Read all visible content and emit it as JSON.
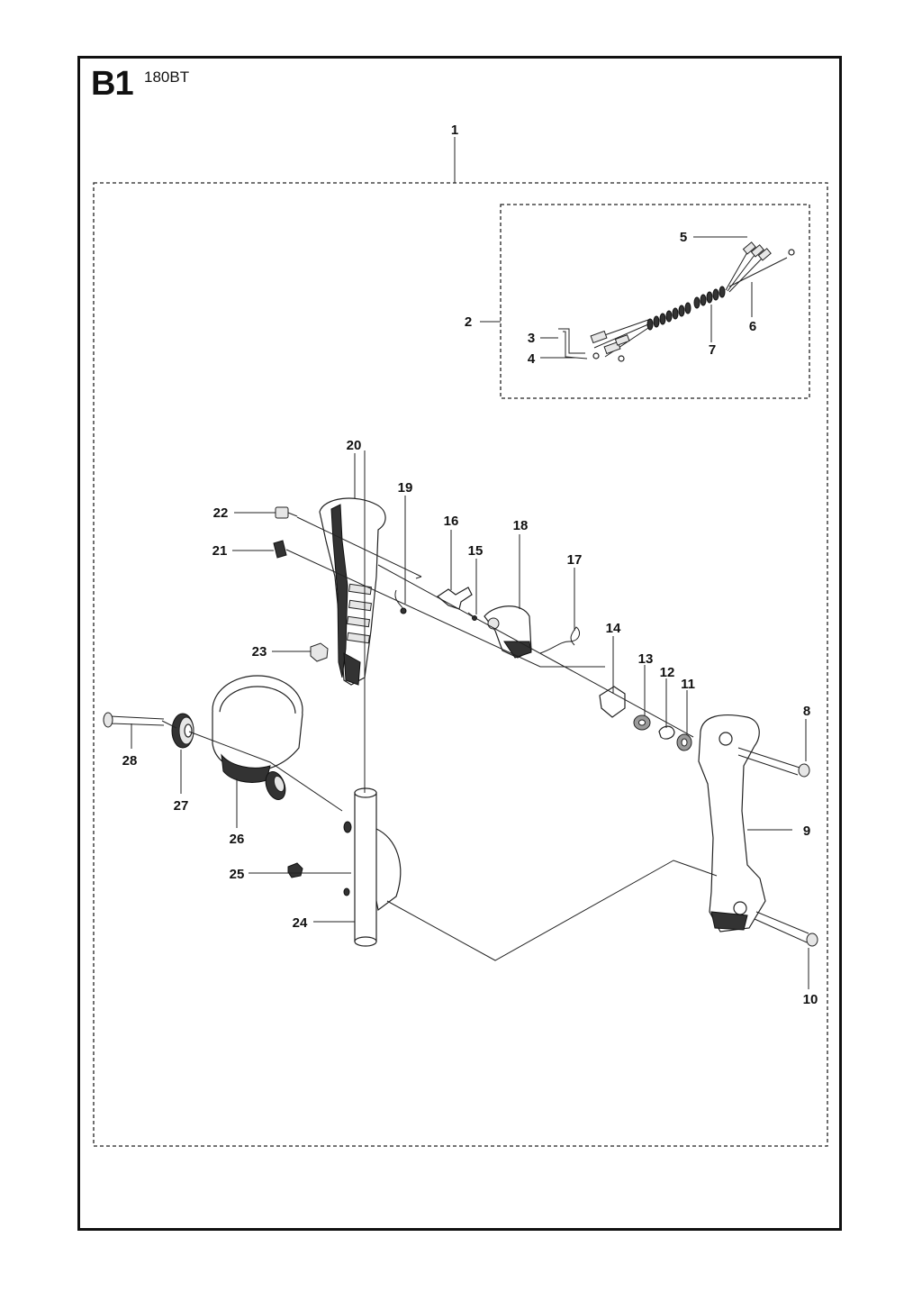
{
  "header": {
    "code": "B1",
    "model": "180BT"
  },
  "parts": [
    {
      "num": "1"
    },
    {
      "num": "2"
    },
    {
      "num": "3"
    },
    {
      "num": "4"
    },
    {
      "num": "5"
    },
    {
      "num": "6"
    },
    {
      "num": "7"
    },
    {
      "num": "8"
    },
    {
      "num": "9"
    },
    {
      "num": "10"
    },
    {
      "num": "11"
    },
    {
      "num": "12"
    },
    {
      "num": "13"
    },
    {
      "num": "14"
    },
    {
      "num": "15"
    },
    {
      "num": "16"
    },
    {
      "num": "17"
    },
    {
      "num": "18"
    },
    {
      "num": "19"
    },
    {
      "num": "20"
    },
    {
      "num": "21"
    },
    {
      "num": "22"
    },
    {
      "num": "23"
    },
    {
      "num": "24"
    },
    {
      "num": "25"
    },
    {
      "num": "26"
    },
    {
      "num": "27"
    },
    {
      "num": "28"
    }
  ]
}
